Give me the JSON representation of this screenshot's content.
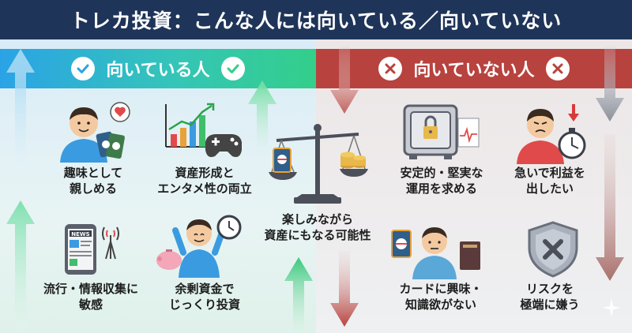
{
  "title": "トレカ投資：こんな人には向いている／向いていない",
  "left": {
    "header": "向いている人",
    "items": [
      {
        "line1": "趣味として",
        "line2": "親しめる"
      },
      {
        "line1": "資産形成と",
        "line2": "エンタメ性の両立"
      },
      {
        "line1": "流行・情報収集に",
        "line2": "敏感"
      },
      {
        "line1": "余剰資金で",
        "line2": "じっくり投資"
      }
    ]
  },
  "center": {
    "line1": "楽しみながら",
    "line2": "資産にもなる可能性"
  },
  "right": {
    "header": "向いていない人",
    "items": [
      {
        "line1": "安定的・堅実な",
        "line2": "運用を求める"
      },
      {
        "line1": "急いで利益を",
        "line2": "出したい"
      },
      {
        "line1": "カードに興味・",
        "line2": "知識欲がない"
      },
      {
        "line1": "リスクを",
        "line2": "極端に嫌う"
      }
    ]
  },
  "icons": {
    "check": "check-icon",
    "cross": "cross-icon"
  },
  "colors": {
    "title_bg": "#1f3459",
    "positive": "#2ec4a0",
    "negative": "#b8423e"
  }
}
